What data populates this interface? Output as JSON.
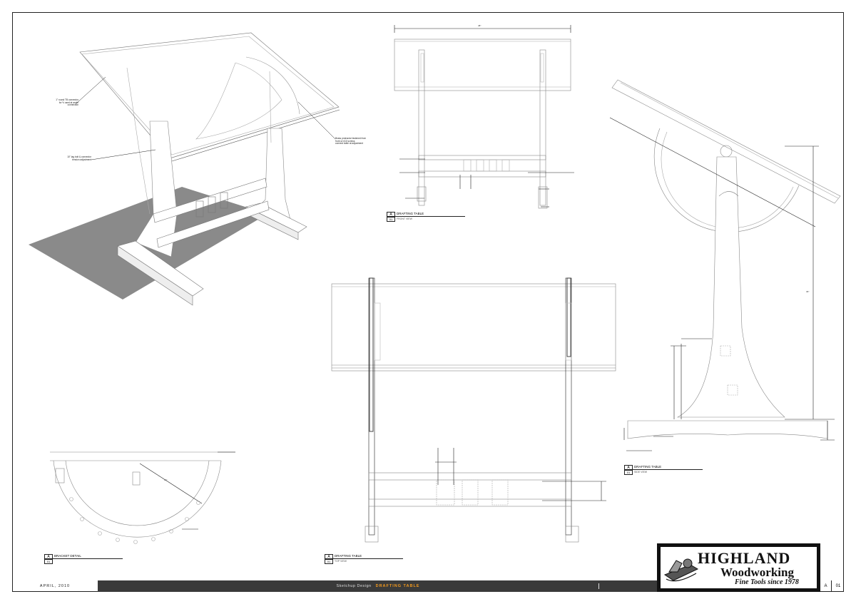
{
  "notes": [
    "1\" round TB connector\nfor ½ used at angle\nconnection",
    "10\" lag bolt & connector\ntension adjustment",
    "Brass protractor fastened from\nfront w/ #10 screws\nconnect table at adjustment"
  ],
  "views": [
    {
      "number": "A",
      "sheet": "01",
      "title": "DRAFTING TABLE",
      "scale": "FRONT VIEW"
    },
    {
      "number": "A",
      "sheet": "01",
      "title": "BRACKET DETAIL",
      "scale": ""
    },
    {
      "number": "A",
      "sheet": "01",
      "title": "DRAFTING TABLE",
      "scale": "TOP VIEW"
    },
    {
      "number": "A",
      "sheet": "01",
      "title": "DRAFTING TABLE",
      "scale": "SIDE VIEW"
    }
  ],
  "titleblock": {
    "date": "APRIL, 2010",
    "project_prefix": "Sketchup Design",
    "project_name": "DRAFTING TABLE",
    "revision": "A",
    "sheet": "01"
  },
  "logo": {
    "line1": "HIGHLAND",
    "line2": "Woodworking",
    "tagline": "Fine Tools since 1978"
  },
  "colors": {
    "accent": "#f39a1e",
    "titlebar": "#3a3a3a",
    "shadow": "#8a8a8a"
  }
}
